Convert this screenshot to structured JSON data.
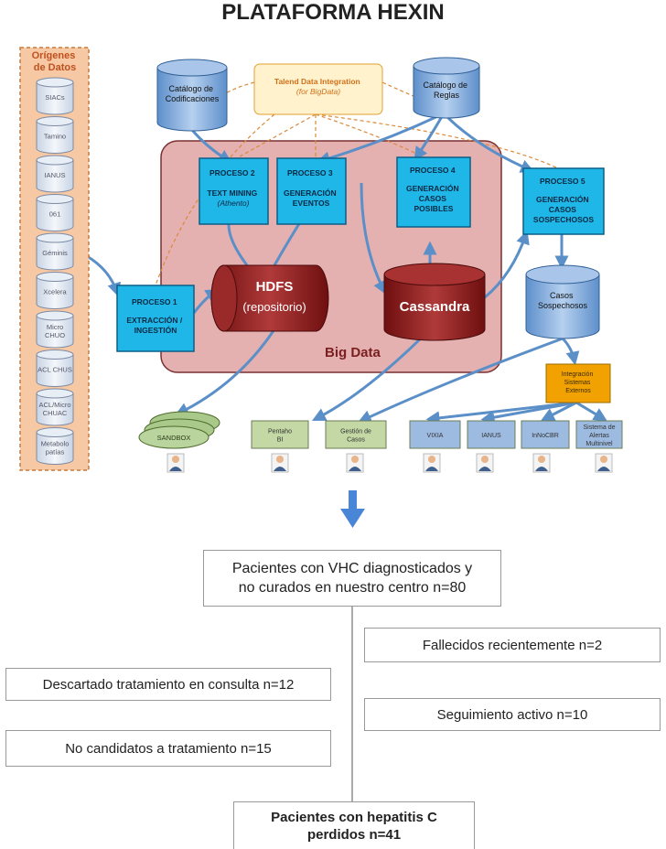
{
  "title": "PLATAFORMA HEXIN",
  "origenes": {
    "header": [
      "Orígenes",
      "de Datos"
    ],
    "sources": [
      [
        "SIACs"
      ],
      [
        "Tamino"
      ],
      [
        "IANUS"
      ],
      [
        "061"
      ],
      [
        "Géminis"
      ],
      [
        "Xcelera"
      ],
      [
        "Micro",
        "CHUO"
      ],
      [
        "ACL CHUS"
      ],
      [
        "ACL/Micro",
        "CHUAC"
      ],
      [
        "Metabolo",
        "patías"
      ]
    ]
  },
  "catalogo_codificaciones": [
    "Catálogo de",
    "Codificaciones"
  ],
  "catalogo_reglas": [
    "Catálogo de",
    "Reglas"
  ],
  "talend": [
    "Talend Data Integration",
    "(for BigData)"
  ],
  "procesos": {
    "p1": [
      "PROCESO 1",
      "",
      "EXTRACCIÓN /",
      "INGESTIÓN"
    ],
    "p2": [
      "PROCESO 2",
      "",
      "TEXT MINING",
      "(Athento)"
    ],
    "p3": [
      "PROCESO 3",
      "",
      "GENERACIÓN",
      "EVENTOS"
    ],
    "p4": [
      "PROCESO 4",
      "",
      "GENERACIÓN",
      "CASOS",
      "POSIBLES"
    ],
    "p5": [
      "PROCESO 5",
      "",
      "GENERACIÓN",
      "CASOS",
      "SOSPECHOSOS"
    ]
  },
  "hdfs": [
    "HDFS",
    "(repositorio)"
  ],
  "cassandra": "Cassandra",
  "big_data": "Big Data",
  "casos_sospechosos": [
    "Casos",
    "Sospechosos"
  ],
  "integracion": [
    "Integración",
    "Sistemas",
    "Externos"
  ],
  "sandbox": "SANDBOX",
  "outputs": [
    [
      "Pentaho",
      "BI"
    ],
    [
      "Gestión de",
      "Casos"
    ],
    [
      "VIXIA"
    ],
    [
      "IANUS"
    ],
    [
      "InNoCBR"
    ],
    [
      "Sistema de",
      "Alertas",
      "Multinivel"
    ]
  ],
  "flow": {
    "top": [
      "Pacientes con VHC diagnosticados y",
      "no curados en nuestro centro n=80"
    ],
    "fallecidos": "Fallecidos recientemente n=2",
    "descartado": "Descartado tratamiento en consulta n=12",
    "seguimiento": "Seguimiento activo n=10",
    "no_candidatos": "No candidatos a tratamiento n=15",
    "bottom": [
      "Pacientes con hepatitis C",
      "perdidos  n=41"
    ]
  },
  "colors": {
    "process": "#1fb6e8",
    "process_border": "#0b5f86",
    "cylinder_blue": "#7fa9d8",
    "hdfs": "#8b1a1a",
    "bigdata_bg": "#e4b0b0",
    "origenes_bg": "#f6c9a4",
    "output_green": "#c3d8a4",
    "output_blue": "#9dbbe0",
    "integracion": "#f2a200",
    "talend": "#fff2cc",
    "arrow": "#5b8fc8"
  }
}
